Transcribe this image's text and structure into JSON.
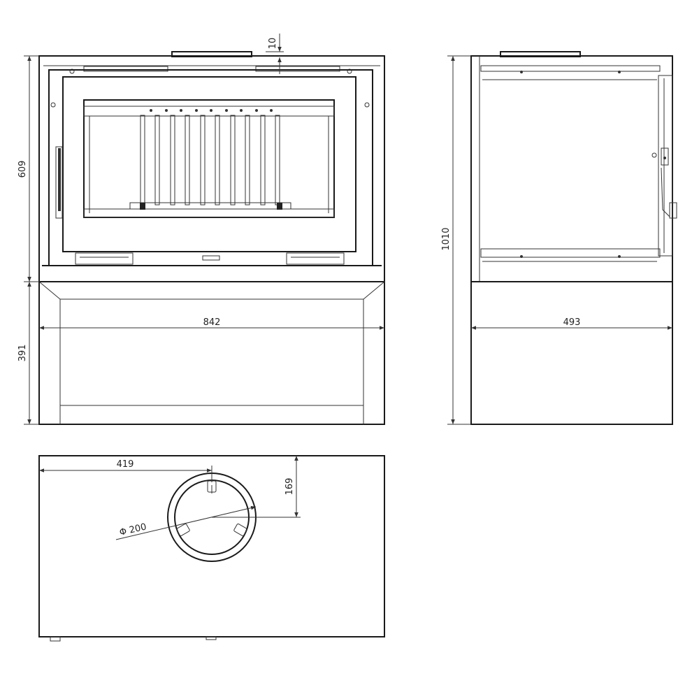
{
  "dimensions": {
    "top_clearance": "10",
    "front_upper_height": "609",
    "base_height": "391",
    "front_width": "842",
    "total_height": "1010",
    "depth": "493",
    "flue_offset_x": "419",
    "flue_offset_y": "169",
    "flue_diameter": "Φ 200"
  }
}
